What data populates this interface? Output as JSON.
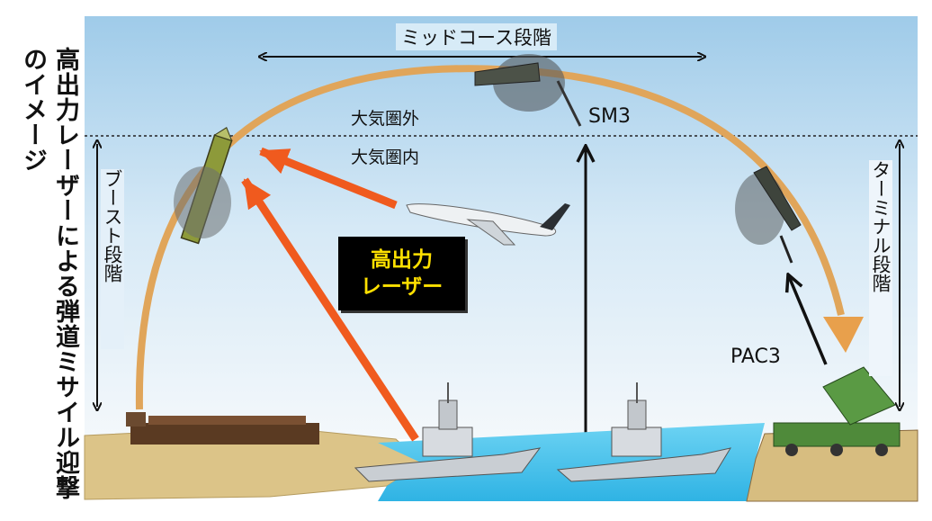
{
  "title": "高出力レーザーによる弾道ミサイル迎撃のイメージ",
  "labels": {
    "midcourse": "ミッドコース段階",
    "boost": "ブースト段階",
    "terminal": "ターミナル段階",
    "outside_atmosphere": "大気圏外",
    "inside_atmosphere": "大気圏内",
    "sm3": "SM3",
    "pac3": "PAC3",
    "laser_line1": "高出力",
    "laser_line2": "レーザー"
  },
  "colors": {
    "sky_top": "#9fcbe9",
    "sky_bottom": "#f2f7fb",
    "sea": "#49c2ea",
    "land": "#dcc488",
    "trajectory": "#e0a55a",
    "laser": "#f05a1e",
    "laser_text": "#ffe000"
  }
}
